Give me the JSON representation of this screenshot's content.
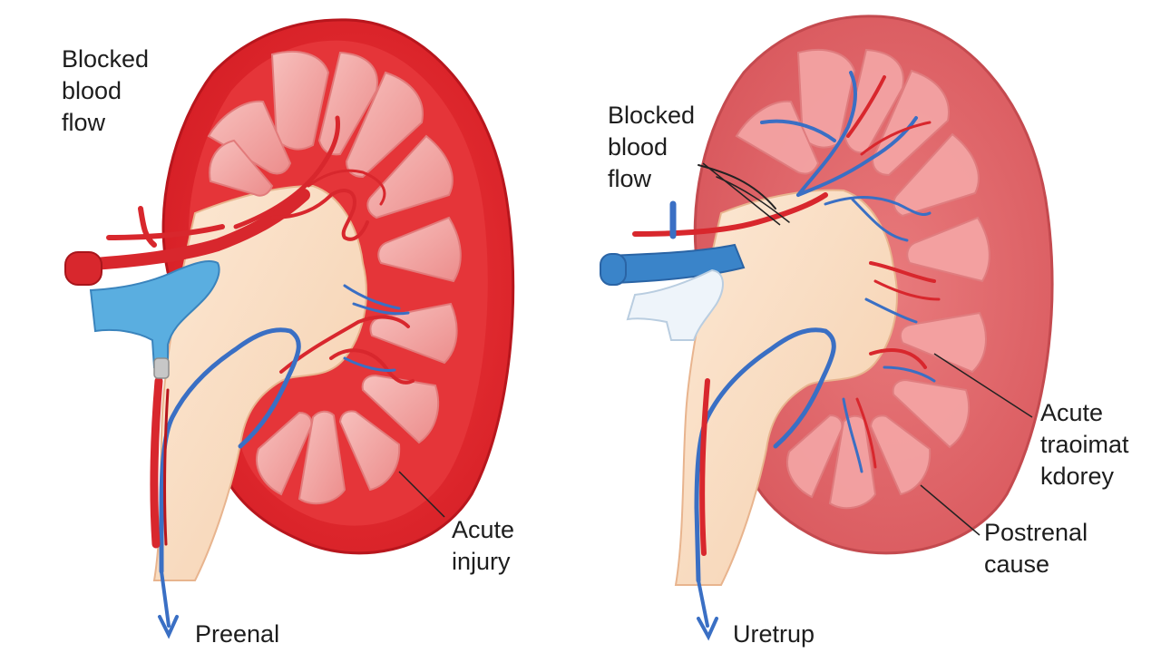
{
  "left_kidney": {
    "callout_top": [
      "Blocked",
      "blood",
      "flow"
    ],
    "callout_right": [
      "Acute",
      "injury"
    ],
    "caption": "Preenal"
  },
  "right_kidney": {
    "callout_top": [
      "Blocked",
      "blood",
      "flow"
    ],
    "callout_right": [
      "Acute",
      "traoimat",
      "kdorey"
    ],
    "callout_bottom": [
      "Postrenal",
      "cause"
    ],
    "caption": "Uretrup"
  },
  "colors": {
    "capsule_bright": "#e0242a",
    "capsule_muted": "#e1686c",
    "pyramid": "#f2a7a6",
    "pelvis": "#f9dcc0",
    "artery": "#d8272d",
    "vein": "#3a6fc4",
    "vein_light": "#5aaee0"
  }
}
